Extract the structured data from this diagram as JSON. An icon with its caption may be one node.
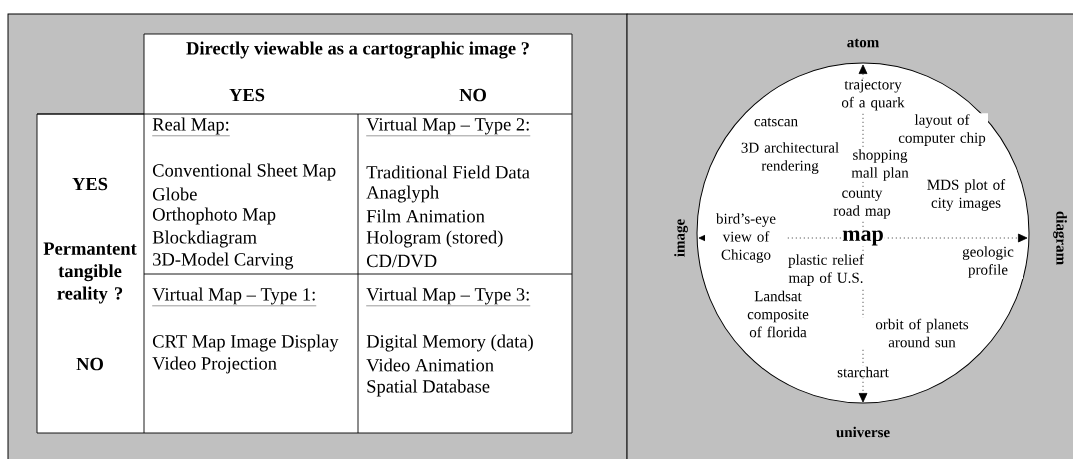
{
  "diagram": {
    "labels": [
      "Directly viewable as a cartographic image ?",
      "YES",
      "NO",
      "YES",
      "Permantent tangible reality ?",
      "NO",
      "Real Map:",
      "Conventional Sheet Map",
      "Globe",
      "Orthophoto Map",
      "Blockdiagram",
      "3D-Model Carving",
      "Virtual Map – Type 2:",
      "Traditional Field Data",
      "Anaglyph",
      "Film Animation",
      "Hologram (stored)",
      "CD/DVD",
      "Virtual Map – Type 1:",
      "CRT Map Image Display",
      "Video Projection",
      "Virtual Map – Type 3:",
      "Digital Memory (data)",
      "Video Animation",
      "Spatial Database",
      "atom",
      "trajectory of a quark",
      "catscan",
      "layout of computer chip",
      "3D architectural rendering",
      "shopping mall plan",
      "MDS plot of city images",
      "county road map",
      "image",
      "bird’s-eye view of Chicago",
      "map",
      "diagram",
      "geologic profile",
      "plastic relief map of U.S.",
      "Landsat composite of florida",
      "orbit of planets around sun",
      "starchart",
      "universe"
    ]
  }
}
